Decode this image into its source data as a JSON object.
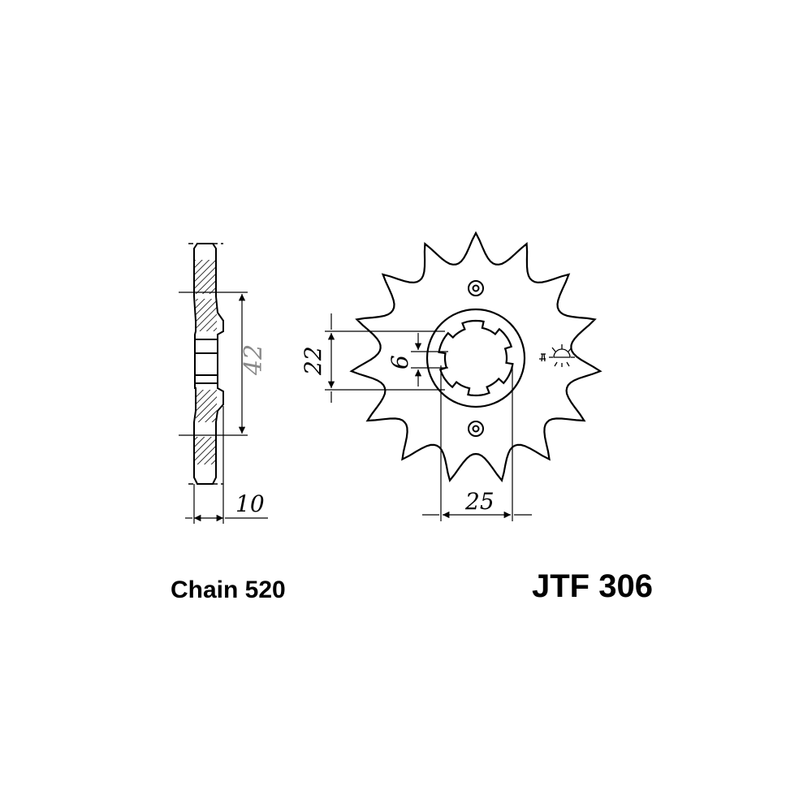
{
  "drawing": {
    "dimensions": {
      "hub_diameter": "42",
      "thickness": "10",
      "bore_height": "22",
      "spline_width": "6",
      "shaft_diameter": "25"
    }
  },
  "labels": {
    "chain": "Chain 520",
    "part_number": "JTF 306"
  },
  "sprocket": {
    "teeth": 15,
    "spline_count": 6,
    "bolt_holes": 2
  },
  "colors": {
    "line": "#000000",
    "hatch": "#000000",
    "grey_dimension": "#8a8a8a"
  }
}
